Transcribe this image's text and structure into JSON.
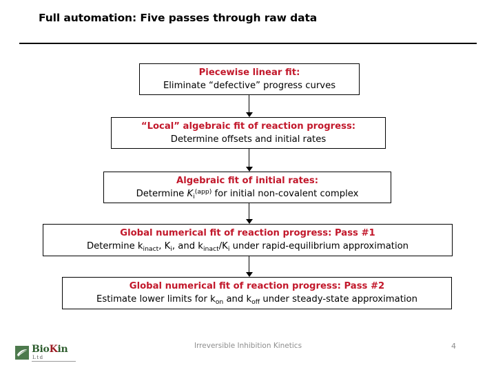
{
  "slide": {
    "title": "Full automation: Five passes through raw data"
  },
  "flow": {
    "boxes": [
      {
        "id": "box-1",
        "heading": "Piecewise linear fit:",
        "subtitle": "Eliminate “defective” progress curves"
      },
      {
        "id": "box-2",
        "heading": "“Local” algebraic fit of reaction progress:",
        "subtitle": "Determine offsets and initial rates"
      },
      {
        "id": "box-3",
        "heading": "Algebraic fit of initial rates:",
        "subtitle_parts": {
          "pre": "Determine ",
          "symbol": "K",
          "subscript": "i",
          "superscript": "(app)",
          "post": " for initial non-covalent complex"
        },
        "subtitle_plain": "Determine Ki(app) for initial non-covalent complex"
      },
      {
        "id": "box-4",
        "heading": "Global numerical fit of reaction progress: Pass #1",
        "subtitle_parts": {
          "s1": "Determine k",
          "sub1": "inact",
          "s2": ", K",
          "sub2": "i",
          "s3": ", and k",
          "sub3": "inact",
          "s4": "/K",
          "sub4": "i",
          "s5": " under rapid-equilibrium approximation"
        },
        "subtitle_plain": "Determine kinact, Ki, and kinact/Ki under rapid-equilibrium approximation"
      },
      {
        "id": "box-5",
        "heading": "Global numerical fit of reaction progress: Pass #2",
        "subtitle_parts": {
          "s1": "Estimate lower limits for k",
          "sub1": "on",
          "s2": " and k",
          "sub2": "off",
          "s3": " under steady-state approximation"
        },
        "subtitle_plain": "Estimate lower limits for kon and koff under steady-state approximation"
      }
    ],
    "arrow_count": 4,
    "arrow_icon": "down-arrow-icon"
  },
  "footer": {
    "center_text": "Irreversible Inhibition Kinetics",
    "page_number": "4",
    "logo": {
      "word_bio": "Bio",
      "word_k": "K",
      "word_in": "in",
      "ltd": "Ltd",
      "mark": "leaf-icon"
    }
  },
  "colors": {
    "heading_red": "#C2182B",
    "body_black": "#000000",
    "footer_gray": "#8d8d8d",
    "logo_green": "#2f5e2f",
    "logo_red": "#9b1b22",
    "logo_mark_green": "#4d7a4d"
  }
}
